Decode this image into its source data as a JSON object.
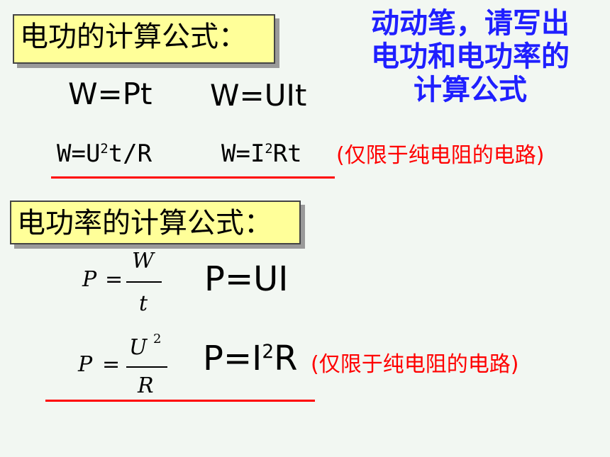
{
  "titles": {
    "electric_work": "电功的计算公式：",
    "electric_power": "电功率的计算公式："
  },
  "prompt": "动动笔，请写出电功和电功率的计算公式",
  "work_formulas": {
    "f1": "W=Pt",
    "f2": "W=UIt",
    "f3_prefix": "W=U",
    "f3_sup": "2",
    "f3_suffix": "t/R",
    "f4_prefix": "W=I",
    "f4_sup": "2",
    "f4_suffix": "Rt"
  },
  "power_formulas": {
    "frac1": {
      "lhs": "P",
      "eq": "=",
      "num": "W",
      "den": "t"
    },
    "f5": "P=UI",
    "frac2": {
      "lhs": "P",
      "eq": "=",
      "num": "U",
      "num_sup": "2",
      "den": "R"
    },
    "f6_prefix": "P=I",
    "f6_sup": "2",
    "f6_suffix": "R"
  },
  "notes": {
    "pure_resistance_1": "(仅限于纯电阻的电路)",
    "pure_resistance_2": "(仅限于纯电阻的电路)"
  },
  "colors": {
    "title_bg": "#ffff99",
    "prompt": "#1f1fff",
    "note": "#ff0000",
    "background": "#f2f7f2"
  }
}
